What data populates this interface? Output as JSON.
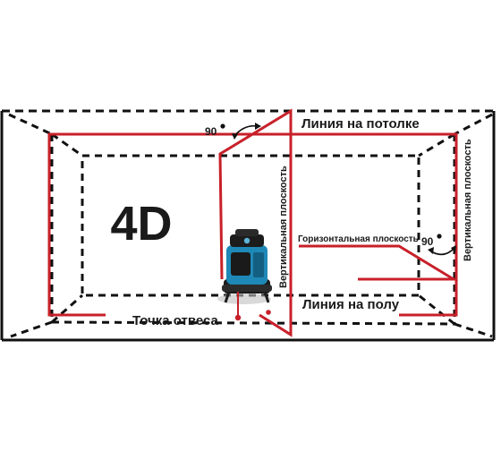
{
  "badge": "4D",
  "labels": {
    "ceiling_line": "Линия на потолке",
    "floor_line": "Линия на полу",
    "plumb_point": "Точка отвеса",
    "horizontal_plane": "Горизонтальная плоскость",
    "vertical_plane_center": "Вертикальная плоскость",
    "vertical_plane_right": "Вертикальная плоскость",
    "angle_top": "90",
    "angle_right": "90"
  },
  "colors": {
    "laser": "#c8202a",
    "frame": "#111111",
    "device_body": "#1e88b6",
    "device_dark": "#1c1c1c"
  }
}
